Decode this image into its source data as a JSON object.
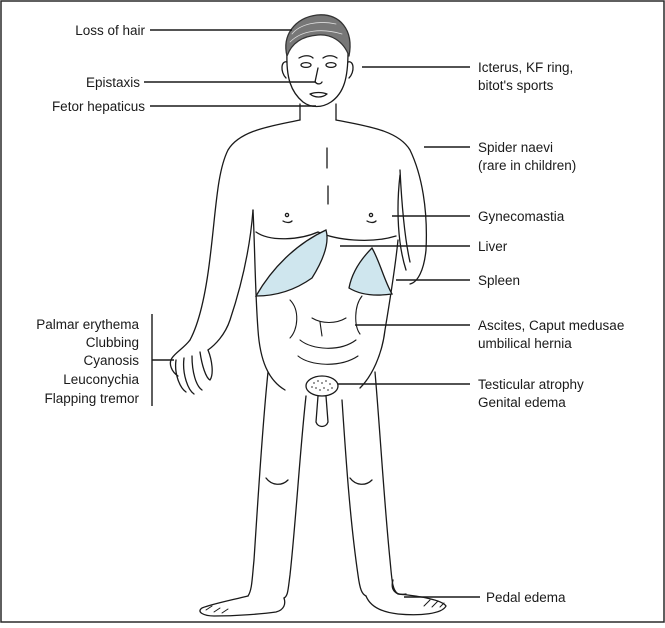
{
  "diagram": {
    "labels_left": {
      "loss_of_hair": "Loss of hair",
      "epistaxis": "Epistaxis",
      "fetor_hepaticus": "Fetor hepaticus"
    },
    "labels_right": {
      "icterus_line1": "Icterus, KF ring,",
      "icterus_line2": "bitot's sports",
      "spider_line1": "Spider naevi",
      "spider_line2": "(rare in children)",
      "gynecomastia": "Gynecomastia",
      "liver": "Liver",
      "spleen": "Spleen",
      "ascites_line1": "Ascites, Caput medusae",
      "ascites_line2": "umbilical hernia",
      "testicular_line1": "Testicular atrophy",
      "testicular_line2": "Genital edema",
      "pedal_edema": "Pedal edema"
    },
    "hand_signs": [
      "Palmar erythema",
      "Clubbing",
      "Cyanosis",
      "Leuconychia",
      "Flapping tremor"
    ],
    "colors": {
      "organ_fill": "#cfe6ee",
      "line": "#1a1a1a",
      "frame": "#2a2a2a"
    }
  }
}
